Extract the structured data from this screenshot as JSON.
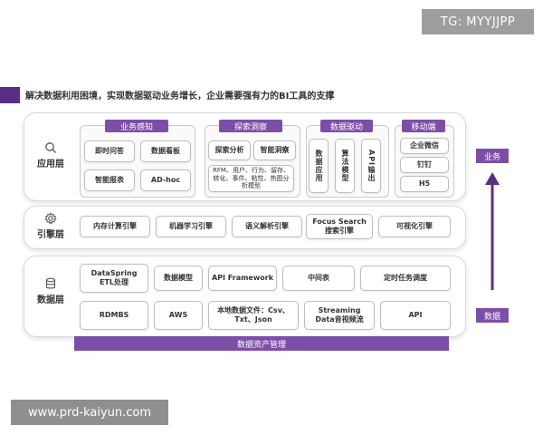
{
  "watermark_top": "TG: MYYJJPP",
  "watermark_bottom": "www.prd-kaiyun.com",
  "headline": "解决数据利用困境，实现数据驱动业务增长，企业需要强有力的BI工具的支撑",
  "application_layer": {
    "label": "应用层",
    "groups": [
      {
        "tag": "业务感知",
        "items": [
          "即时问答",
          "数据看板",
          "智能报表",
          "AD-hoc"
        ]
      },
      {
        "tag": "探索洞察",
        "items": [
          "探索分析",
          "智能洞察"
        ],
        "note": "RFM、用户、行为、留存、转化、事件、粘性、热图分析模型"
      },
      {
        "tag": "数据驱动",
        "items": [
          "数据应用",
          "算法模型",
          "API输出"
        ]
      },
      {
        "tag": "移动端",
        "items": [
          "企业微信",
          "钉钉",
          "H5"
        ]
      }
    ]
  },
  "engine_layer": {
    "label": "引擎层",
    "items": [
      "内存计算引擎",
      "机器学习引擎",
      "语义解析引擎",
      "Focus Search\n搜索引擎",
      "可视化引擎"
    ]
  },
  "data_layer": {
    "label": "数据层",
    "row1": [
      "DataSpring\nETL处理",
      "数据模型",
      "API Framework",
      "中间表",
      "定时任务调度"
    ],
    "row2": [
      "RDMBS",
      "AWS",
      "本地数据文件：Csv、\nTxt、Json",
      "Streaming\nData音视频流",
      "API"
    ]
  },
  "asset_bar": "数据资产管理",
  "side": {
    "top": "业务",
    "bottom": "数据"
  },
  "colors": {
    "accent": "#7d4ea8",
    "headline_bar": "#5b2e86"
  }
}
